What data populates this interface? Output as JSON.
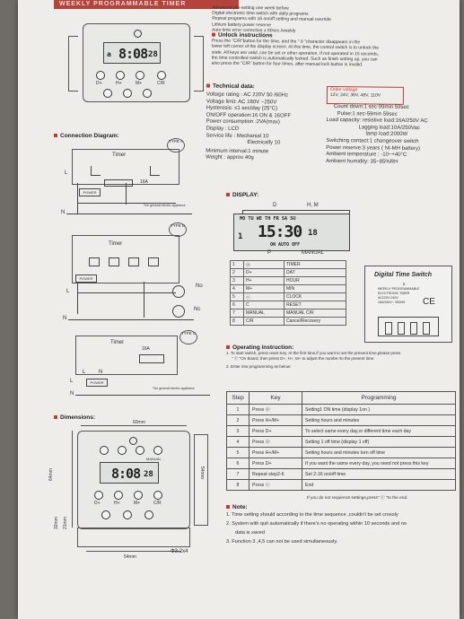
{
  "header": {
    "band": "WEEKLY PROGRAMMABLE TIMER"
  },
  "top_right": {
    "lines": [
      "Advanced pre-setting one week before",
      "Digital electronic time switch with daily programs",
      "Repeat programs   with 16 on/off  setting  and manual override",
      "Lithium battery power reserve",
      "Auto time error correction  ±  60sec./weekly"
    ],
    "unlock_title": "Unlock instructions",
    "unlock_lines": [
      "Press the \"C/R\"button for the time, and the \" ô \"character disappears in the",
      "lower left corner of the display screen. At this time, the control switch is to unlock the",
      "state. All keys are valid ,can be set or other operation. If not operated in 15 seconds,",
      "the time controlled switch is automatically locked. Such as finish setting up, you can",
      "also press the \"C/R\" button for four times, after manual lock button is  invalid."
    ]
  },
  "device_top": {
    "time": "8:08",
    "seconds": "28",
    "label_a": "a",
    "buttons": [
      "D+",
      "H+",
      "M+",
      "C/R"
    ]
  },
  "technical": {
    "title": "Technical data:",
    "left": [
      "Voltage rating : AC 220V  50 /60Hz",
      "Voltage limit: AC 180V ~250V",
      "Hysteresis: ≤1 sec/day (25°C)",
      "ON/OFF operation:16 ON & 16OFF",
      "Power consumption :2VA(max)",
      "Display : LCD",
      "Service life : Mechanial   10",
      "Electrically  10",
      "Minimum interval:1 minute",
      "Weight : approx 40g"
    ],
    "order_title": "Order voltage",
    "order_line": "12V, 24V, 36V, 48V, 110V",
    "right": [
      "Count down:1 sec-99min 59sec",
      "Pulse:1 sec-59min 59sec",
      "Load capacity: resistive load:16A/250V AC",
      "Lagging load:10A/250Vac",
      "lamp load:2000W",
      "Switching contact:1 changeover switch",
      "Power reserve:3 years ( NI-MH battery)",
      "Ambient temperature : -10~+40°C",
      "Ambient humidity: 35~85%RH"
    ]
  },
  "connection": {
    "title": "Connection Diagram:",
    "timer": "Timer",
    "power": "POWER",
    "appliance": "The general electric appliance",
    "type_a": "TYPE A",
    "type_b": "TYPE B",
    "type_c": "TYPE C",
    "amp": "16A",
    "L": "L",
    "N": "N",
    "No": "No",
    "Nc": "Nc"
  },
  "display": {
    "title": "DISPLAY:",
    "top_d": "D",
    "top_hm": "H, M",
    "days": "MO TU WE TH FR SA SU",
    "time": "15:30",
    "sec": "18",
    "on_auto_off": "ON  AUTO  OFF",
    "one": "1",
    "p": "P",
    "manual": "MANUAL"
  },
  "key_table": {
    "rows": [
      [
        "1",
        "ⓟ",
        "TIMER"
      ],
      [
        "2",
        "D+",
        "DAT"
      ],
      [
        "3",
        "H+",
        "HOUR"
      ],
      [
        "4",
        "M+",
        "MIN"
      ],
      [
        "5",
        "ⓒ",
        "CLOCK"
      ],
      [
        "6",
        "C",
        "RESET"
      ],
      [
        "7",
        "MANUAL",
        "MANUAL C/R"
      ],
      [
        "8",
        "C/R",
        "Cancel/Recovery"
      ]
    ]
  },
  "dts": {
    "title": "Digital Time Switch",
    "sub1": "B",
    "sub2": "WEEKLY PROGRAMMABLE",
    "sub3": "ELECTRONIC TIMER",
    "sub4": "AC220V-240V",
    "sub5": "16A/250V~ 3500W",
    "ce": "CE"
  },
  "operating": {
    "title": "Operating instruction:",
    "lines": [
      "1. To start switch, press reset Key. At the first time,if you want to set the present time,please press",
      "\" ⓒ \"On Board, then press D+, H+, M+ to adjust the numbe rto the present time.",
      "2. Enter into programming as below:"
    ]
  },
  "program": {
    "headers": [
      "Step",
      "Key",
      "Programming"
    ],
    "rows": [
      [
        "1",
        "Press ⓟ",
        "Setting1 ON time  (display 1on )"
      ],
      [
        "2",
        "Press H+/M+",
        "Setting hours and minutes"
      ],
      [
        "3",
        "Press D+",
        "To select same every day,or different time each day"
      ],
      [
        "4",
        "Press ⓟ",
        "Setting 1 off time (display 1 off)"
      ],
      [
        "5",
        "Press H+/M+",
        "Setting hours and minutes turn off time"
      ],
      [
        "6",
        "Press D+",
        "If you want the same every day, you need not press this key"
      ],
      [
        "7",
        "Repeat step2-6",
        "Set 2-16 on/off time"
      ],
      [
        "8",
        "Press ⓒ",
        "End"
      ]
    ],
    "footnote": "If you do not require16 settings,press\" ⓒ \"to the end."
  },
  "dimensions": {
    "title": "Dimensions:",
    "w60": "60mm",
    "w54": "54mm",
    "h64": "64mm",
    "h54": "54mm",
    "h32": "32mm",
    "h21": "21mm",
    "phi": "Φ3.2x4",
    "time": "8:08",
    "sec": "28",
    "manual": "MANUAL"
  },
  "note": {
    "title": "Note:",
    "lines": [
      "1. Time setting should according to the time sequence ,couldn't be set crossly",
      "2. System with quit automatically if there's no operating within 10 seconds and no",
      "data is saved",
      "3. Function 3 ,4,5 can not be used simultaneously."
    ]
  },
  "colors": {
    "accent": "#c23a32",
    "paper": "#eeedea",
    "ink": "#2f3135"
  }
}
